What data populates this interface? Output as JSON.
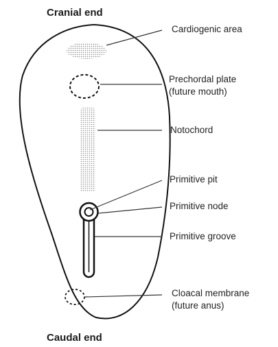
{
  "titles": {
    "cranial": "Cranial end",
    "caudal": "Caudal end"
  },
  "labels": {
    "cardiogenic": "Cardiogenic area",
    "prechordal_line1": "Prechordal plate",
    "prechordal_line2": "(future mouth)",
    "notochord": "Notochord",
    "pit": "Primitive pit",
    "node": "Primitive node",
    "groove": "Primitive groove",
    "cloacal_line1": "Cloacal membrane",
    "cloacal_line2": "(future anus)"
  }
}
